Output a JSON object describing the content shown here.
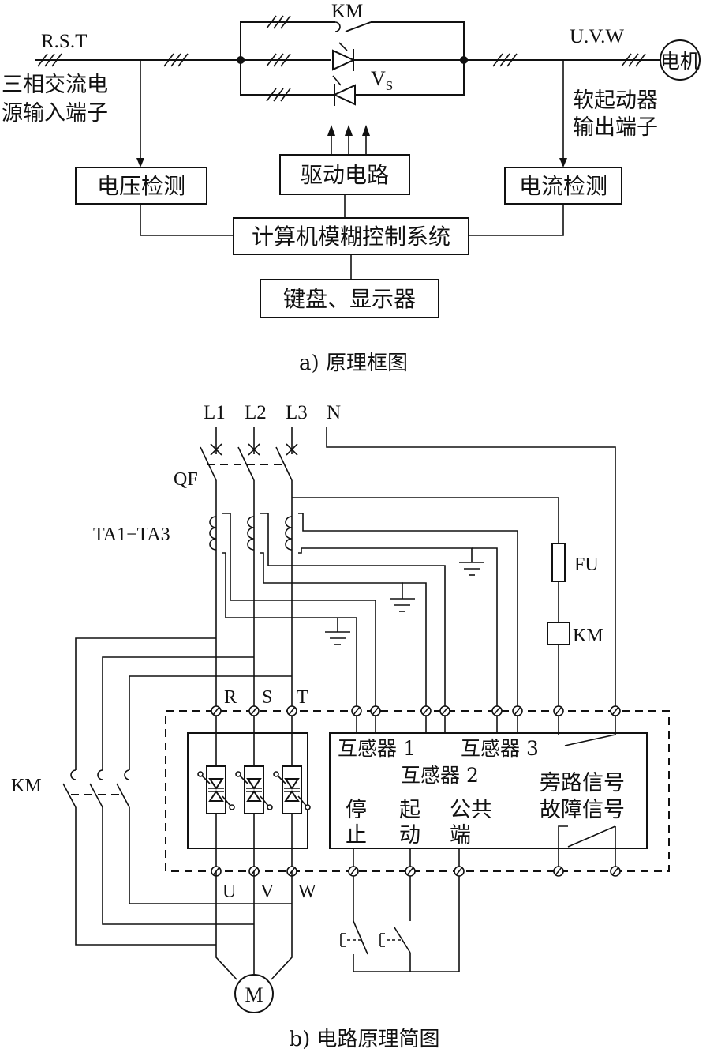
{
  "block_diagram": {
    "input_label": "R.S.T",
    "input_desc_line1": "三相交流电",
    "input_desc_line2": "源输入端子",
    "km_label": "KM",
    "vs_label": "V",
    "vs_sub": "S",
    "output_label": "U.V.W",
    "motor_label": "电机",
    "output_desc_line1": "软起动器",
    "output_desc_line2": "输出端子",
    "voltage_detect": "电压检测",
    "drive_circuit": "驱动电路",
    "current_detect": "电流检测",
    "fuzzy_control": "计算机模糊控制系统",
    "keyboard_display": "键盘、显示器",
    "caption": "a) 原理框图"
  },
  "circuit_diagram": {
    "l1": "L1",
    "l2": "L2",
    "l3": "L3",
    "n": "N",
    "qf": "QF",
    "ta": "TA1−TA3",
    "fu": "FU",
    "km_coil": "KM",
    "km_bypass": "KM",
    "r": "R",
    "s": "S",
    "t": "T",
    "u": "U",
    "v": "V",
    "w": "W",
    "ct1": "互感器 1",
    "ct3": "互感器 3",
    "ct2": "互感器 2",
    "bypass_signal": "旁路信号",
    "fault_signal": "故障信号",
    "stop_1": "停",
    "stop_2": "止",
    "start_1": "起",
    "start_2": "动",
    "common_1": "公共",
    "common_2": "端",
    "motor": "M",
    "caption": "b) 电路原理简图"
  }
}
